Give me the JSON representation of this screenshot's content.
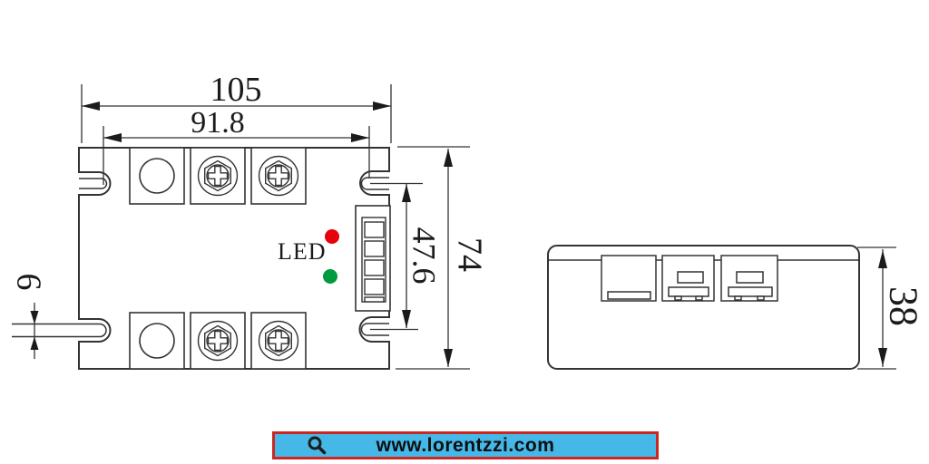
{
  "front_view": {
    "title": "solid-state-relay-front-view",
    "dims": {
      "outer_width": "105",
      "inner_width": "91.8",
      "outer_height": "74",
      "inner_height": "47.6",
      "slot_width": "6"
    },
    "led_label": "LED"
  },
  "side_view": {
    "title": "solid-state-relay-side-view",
    "dims": {
      "height": "38"
    }
  },
  "banner": {
    "url": "www.lorentzzi.com",
    "icon": "search"
  },
  "colors": {
    "line": "#333333",
    "led_red": "#e8000d",
    "led_green": "#009b3e",
    "banner_bg": "#45b8e8",
    "banner_border": "#c9271f",
    "banner_text": "#0e0e0e"
  }
}
